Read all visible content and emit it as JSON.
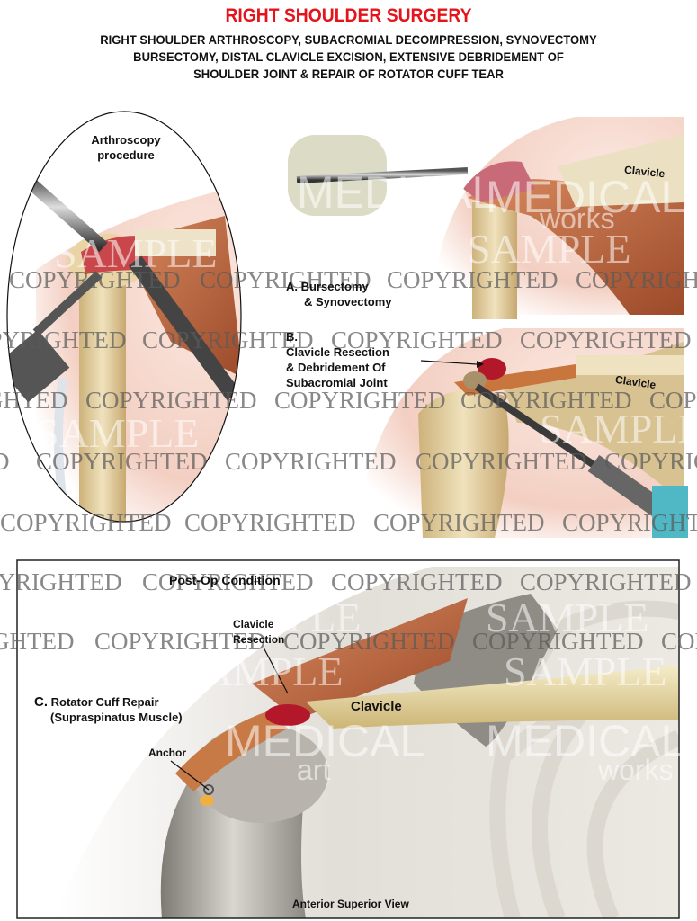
{
  "header": {
    "title": "RIGHT SHOULDER SURGERY",
    "subtitle_lines": [
      "RIGHT SHOULDER ARTHROSCOPY, SUBACROMIAL DECOMPRESSION, SYNOVECTOMY",
      "BURSECTOMY, DISTAL CLAVICLE EXCISION, EXTENSIVE DEBRIDEMENT OF",
      "SHOULDER JOINT & REPAIR OF  ROTATOR CUFF TEAR"
    ]
  },
  "panel_arthroscopy": {
    "label_line1": "Arthroscopy",
    "label_line2": "procedure"
  },
  "panel_a": {
    "clavicle_label": "Clavicle",
    "step_letter": "A.",
    "caption_line1": "Bursectomy",
    "caption_line2": "& Synovectomy"
  },
  "panel_b": {
    "clavicle_label": "Clavicle",
    "step_letter": "B.",
    "caption_line1": "Clavicle Resection",
    "caption_line2": "& Debridement Of",
    "caption_line3": "Subacromial Joint"
  },
  "panel_c": {
    "heading": "Post-Op Condition",
    "resection_line1": "Clavicle",
    "resection_line2": "Resection",
    "clavicle_label": "Clavicle",
    "step_letter": "C.",
    "caption_line1": "Rotator Cuff Repair",
    "caption_line2": "(Supraspinatus Muscle)",
    "anchor_label": "Anchor",
    "view_label": "Anterior Superior View"
  },
  "watermarks": {
    "copyright": "COPYRIGHTED",
    "sample": "SAMPLE",
    "medical": "MEDICAL",
    "art": "art",
    "works": "works"
  },
  "colors": {
    "title_red": "#e3141b",
    "muscle": "#b5623a",
    "bone": "#e6d3a4",
    "skin": "#f5d9cf",
    "instrument_teal": "#4fb8c4",
    "lesion_red": "#b3182a"
  }
}
